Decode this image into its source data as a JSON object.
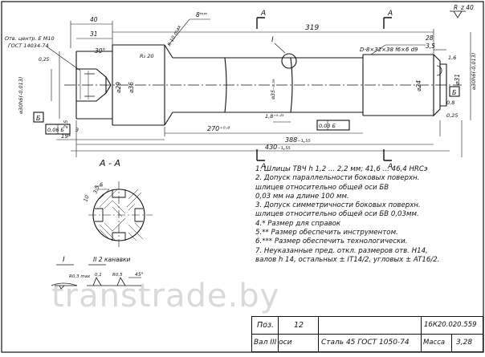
{
  "drawing": {
    "roughness_top": "R_z 40",
    "dim_40": "40",
    "dim_31": "31",
    "dim_8mm": "8ᵐᵐ",
    "section_mark_a_top1": "A",
    "section_mark_a_top2": "A",
    "dim_319": "319",
    "dim_28": "28",
    "dim_3_5": "3,5",
    "center_hole_note_1": "Отв. центр. Е М10",
    "center_hole_note_2": "ГОСТ 14034-74",
    "dim_r_0_25": "0,25",
    "chamfer_30": "30°",
    "dim_r20": "R₂ 20",
    "dim_r10max": "R 10 max",
    "view_mark_i": "I",
    "spline_note": "D-8×32×38 f6×6 d9",
    "dim_1_6": "1,6",
    "dim_phi30": "⌀30h6(-0,013)",
    "dim_phi30_right": "⌀30h6(-0,013)",
    "dim_phi36": "⌀36",
    "dim_phi29": "⌀29",
    "dim_phi35": "⌀35₋₀,₃₉",
    "dim_phi24": "⌀24",
    "dim_phi31": "⌀31",
    "dim_0_8": "0,8",
    "dim_0_25": "0,25",
    "datum_b_left": "Б",
    "datum_b_right": "Б",
    "tol_left": "0,06 Б",
    "tol_mid": "0,03 Б",
    "dim_270": "270⁺⁰·⁶",
    "dim_1_8": "1,8⁺⁰·²⁵",
    "dim_2_5": "2,5",
    "dim_3": "3",
    "dim_19": "19*",
    "dim_388": "388₋₁,₅₅",
    "dim_430": "430₋₁,₅₅",
    "section_mark_a_bot1": "A",
    "section_mark_a_bot2": "A",
    "section_title": "А - А",
    "sec_dim_3_5": "3,5",
    "sec_dim_10": "10",
    "sec_dim_6": "6",
    "detail_i": "I",
    "detail_ii": "II 2 канавки",
    "detail_r03max": "R0,3 max",
    "detail_0_1": "0,1",
    "detail_r0_5": "R0,5",
    "detail_45": "45°"
  },
  "notes": [
    "1. Шлицы ТВЧ h 1,2 ... 2,2 мм; 41,6 ... 46,4 HRCэ",
    "2. Допуск параллельности боковых поверхн.",
    "    шлицев относительно общей оси БВ",
    "    0,03 мм на длине 100 мм.",
    "3. Допуск симметричности боковых поверхн.",
    "    шлицев относительно общей оси БВ 0,03мм.",
    "4.* Размер для справок",
    "5.** Размер обеспечить инструментом.",
    "6.*** Размер обеспечить технологически.",
    "7. Неуказанные пред. откл. размеров отв. Н14,",
    "    валов h 14, остальных ± IT14/2, угловых ± AT16/2."
  ],
  "title_block": {
    "pos_label": "Поз.",
    "pos_value": "12",
    "doc_code": "16К20.020.559",
    "part_name": "Вал III оси",
    "material": "Сталь 45 ГОСТ 1050-74",
    "mass_label": "Масса",
    "mass_value": "3,28"
  },
  "watermark": "transtrade.by"
}
